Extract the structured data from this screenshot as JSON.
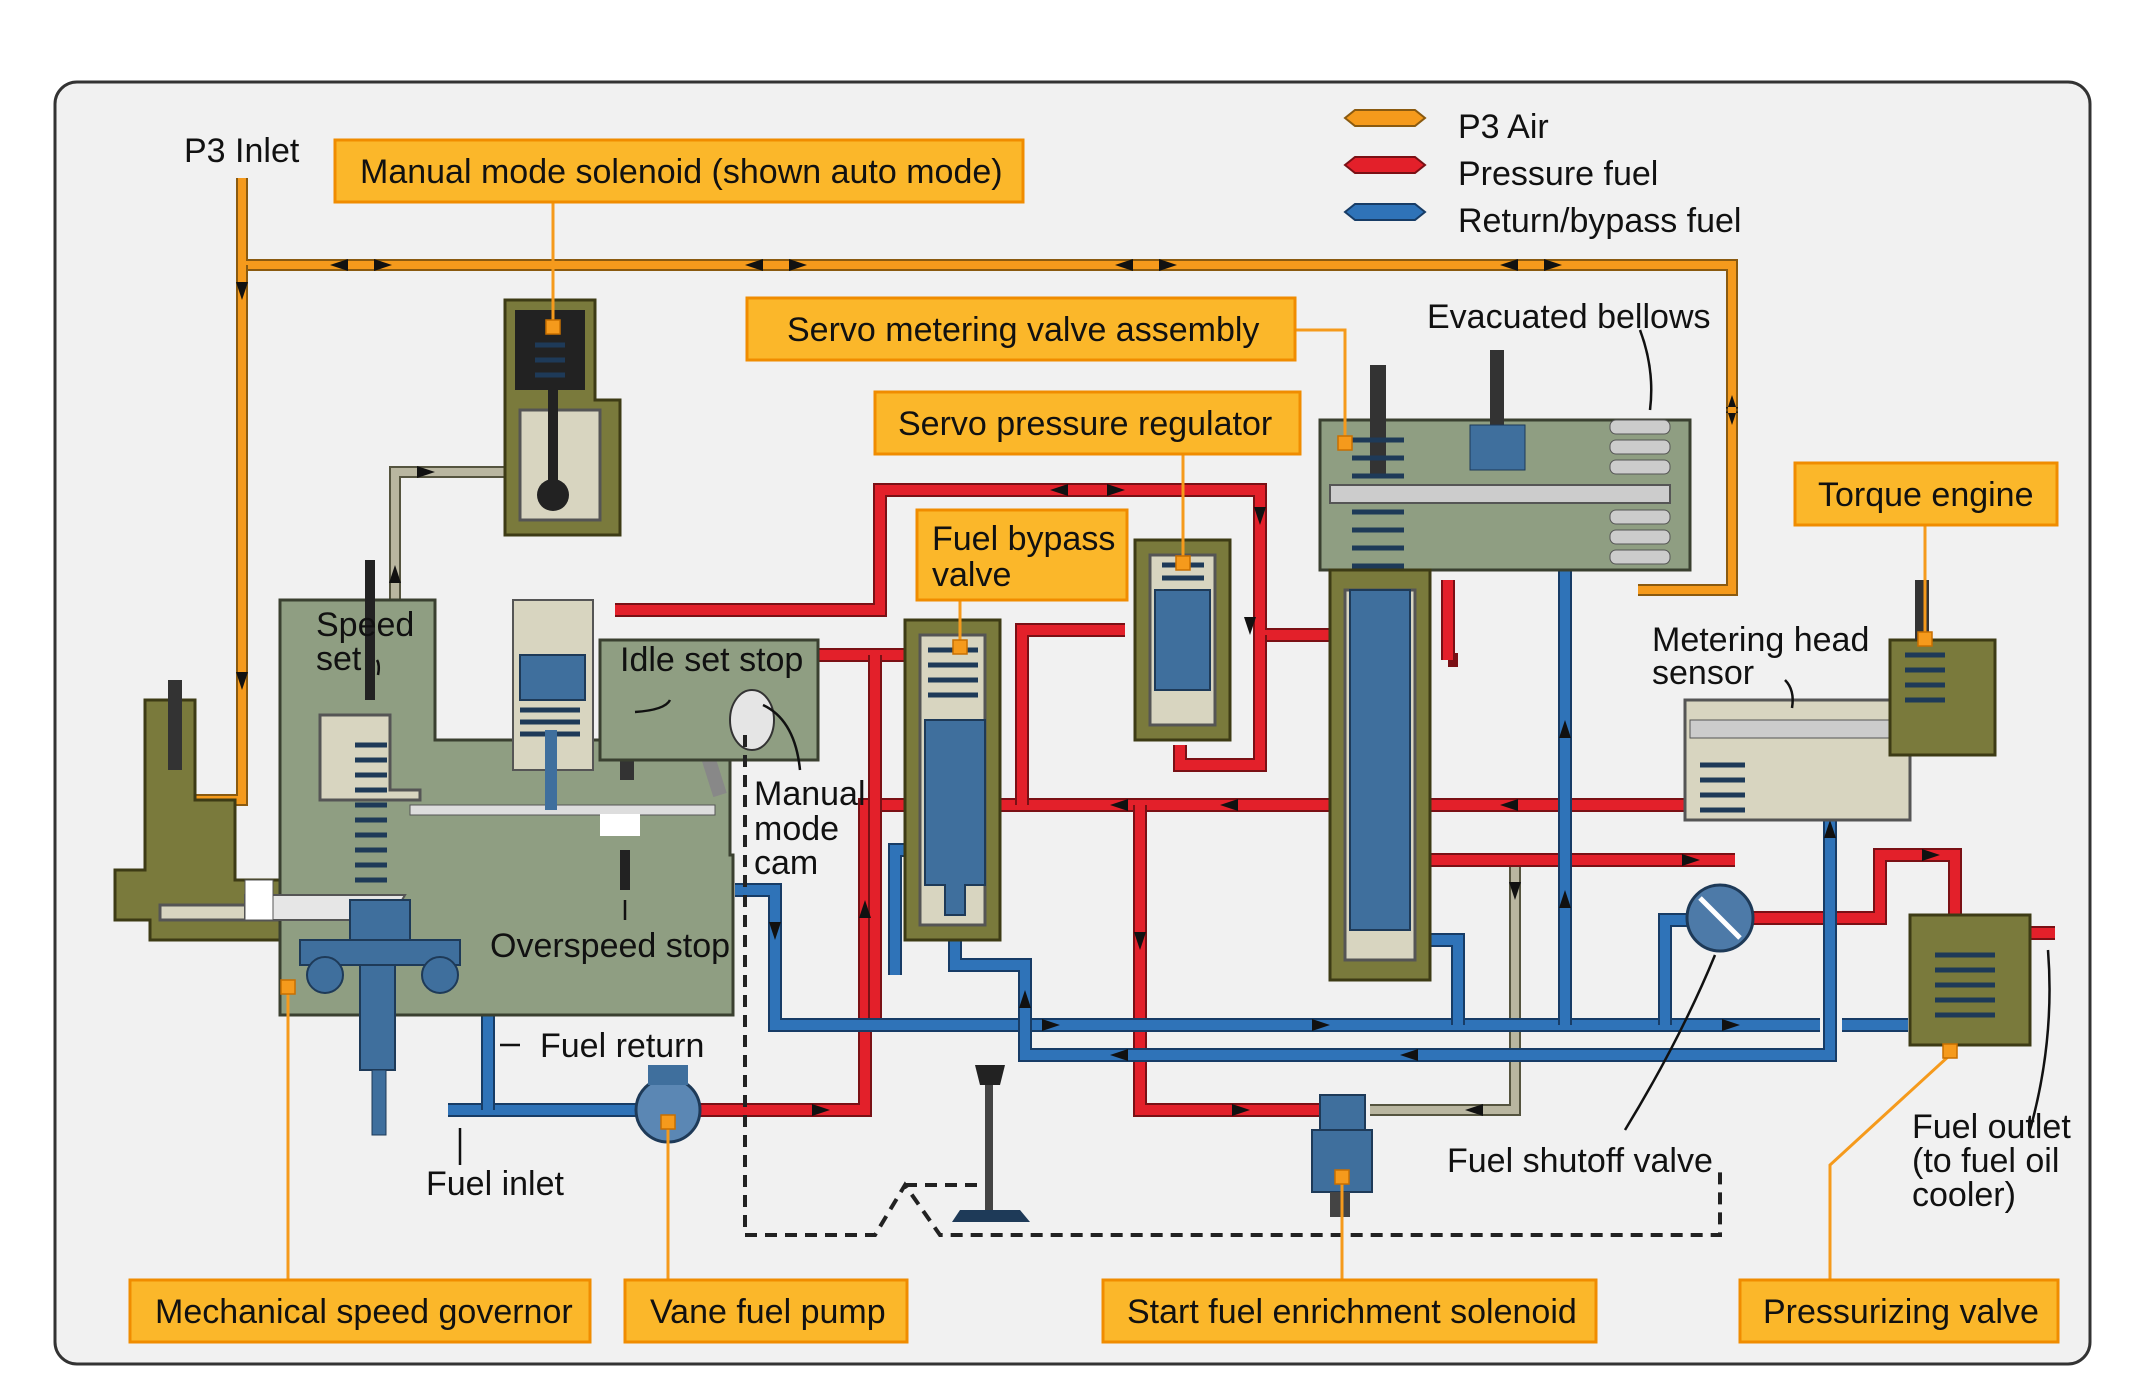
{
  "legend": {
    "p3_air": "P3 Air",
    "pressure_fuel": "Pressure fuel",
    "return_fuel": "Return/bypass fuel"
  },
  "colors": {
    "p3_air": "#f59a1c",
    "pressure_fuel": "#e3202a",
    "return_fuel": "#2f73b8",
    "label_box": "#fbb72a",
    "housing": "#8f9e82"
  },
  "boxed_labels": {
    "manual_mode_solenoid": "Manual mode solenoid (shown auto mode)",
    "servo_metering_valve": "Servo metering valve assembly",
    "servo_pressure_regulator": "Servo pressure regulator",
    "fuel_bypass_valve_line1": "Fuel bypass",
    "fuel_bypass_valve_line2": "valve",
    "torque_engine": "Torque engine",
    "mechanical_speed_governor": "Mechanical speed governor",
    "vane_fuel_pump": "Vane fuel pump",
    "start_fuel_enrichment": "Start fuel enrichment solenoid",
    "pressurizing_valve": "Pressurizing valve"
  },
  "plain_labels": {
    "p3_inlet": "P3 Inlet",
    "speed_set_line1": "Speed",
    "speed_set_line2": "set",
    "idle_set_stop": "Idle set stop",
    "manual_mode_cam_line1": "Manual",
    "manual_mode_cam_line2": "mode",
    "manual_mode_cam_line3": "cam",
    "overspeed_stop": "Overspeed stop",
    "fuel_return": "Fuel return",
    "fuel_inlet": "Fuel inlet",
    "evacuated_bellows": "Evacuated bellows",
    "metering_head_sensor_line1": "Metering head",
    "metering_head_sensor_line2": "sensor",
    "fuel_shutoff_valve": "Fuel shutoff valve",
    "fuel_outlet_line1": "Fuel outlet",
    "fuel_outlet_line2": "(to fuel oil",
    "fuel_outlet_line3": "cooler)"
  }
}
